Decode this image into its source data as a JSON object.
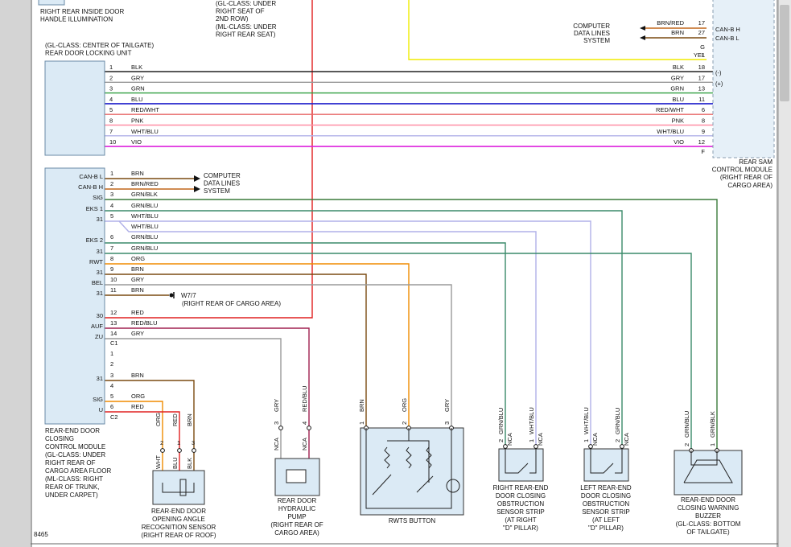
{
  "colors": {
    "BLK": "#222222",
    "GRY": "#9a9a9a",
    "GRN": "#2e9e3e",
    "BLU": "#2222cc",
    "RED": "#e02020",
    "WHT": "#ffffff",
    "PNK": "#ff8fa6",
    "VIO": "#dd22dd",
    "BRN": "#7a4a10",
    "ORG": "#f08c00",
    "YEL": "#f0ec00",
    "GRN/BLU": "#3a8a6a",
    "WHT/BLU": "#b0b0e8",
    "RED/WHT": "#e86868",
    "RED/BLU": "#a02050",
    "GRN/BLK": "#3a7a3a",
    "WHT/BLK": "#888888",
    "BRN/RED": "#c0661a",
    "BRN/WHT": "#c9a070"
  },
  "top": {
    "handle_illum": [
      "RIGHT REAR INSIDE DOOR",
      "HANDLE ILLUMINATION"
    ],
    "seat_note": [
      "(GL-CLASS: UNDER",
      "RIGHT SEAT OF",
      "2ND ROW)",
      "(ML-CLASS: UNDER",
      "RIGHT REAR SEAT)"
    ],
    "computer_right": [
      "COMPUTER",
      "DATA LINES",
      "SYSTEM"
    ],
    "can_rows": [
      {
        "wire": "BRN/RED",
        "pin": "17",
        "sig": "CAN-B H"
      },
      {
        "wire": "BRN",
        "pin": "27",
        "sig": "CAN-B L"
      },
      {
        "wire": "",
        "pin": "G",
        "sig": ""
      },
      {
        "wire": "YEL",
        "pin": "1",
        "sig": ""
      }
    ]
  },
  "locking_unit": {
    "title": [
      "(GL-CLASS: CENTER OF TAILGATE)",
      "REAR DOOR LOCKING UNIT"
    ],
    "wires": [
      {
        "pin": "1",
        "label": "BLK",
        "color": "BLK",
        "rpin": "18",
        "sig": "(-)"
      },
      {
        "pin": "2",
        "label": "GRY",
        "color": "GRY",
        "rpin": "17",
        "sig": "(+)"
      },
      {
        "pin": "3",
        "label": "GRN",
        "color": "GRN",
        "rpin": "13",
        "sig": ""
      },
      {
        "pin": "4",
        "label": "BLU",
        "color": "BLU",
        "rpin": "11",
        "sig": ""
      },
      {
        "pin": "5",
        "label": "RED/WHT",
        "color": "RED/WHT",
        "rpin": "6",
        "sig": ""
      },
      {
        "pin": "8",
        "label": "PNK",
        "color": "PNK",
        "rpin": "8",
        "sig": ""
      },
      {
        "pin": "7",
        "label": "WHT/BLU",
        "color": "WHT/BLU",
        "rpin": "9",
        "sig": ""
      },
      {
        "pin": "10",
        "label": "VIO",
        "color": "VIO",
        "rpin": "12",
        "sig": ""
      }
    ],
    "last_pin": "F"
  },
  "sam_module": [
    "REAR SAM",
    "CONTROL MODULE",
    "(RIGHT REAR OF",
    "CARGO AREA)"
  ],
  "control_module": {
    "title": [
      "REAR-END DOOR",
      "CLOSING",
      "CONTROL MODULE",
      "(GL-CLASS: UNDER",
      "RIGHT REAR OF",
      "CARGO AREA FLOOR",
      "(ML-CLASS: RIGHT",
      "REAR OF TRUNK,",
      "UNDER CARPET)"
    ],
    "rows": [
      {
        "sig": "CAN-B L",
        "pin": "1",
        "wire": "BRN"
      },
      {
        "sig": "CAN-B H",
        "pin": "2",
        "wire": "BRN/RED"
      },
      {
        "sig": "SIG",
        "pin": "3",
        "wire": "GRN/BLK"
      },
      {
        "sig": "EKS 1",
        "pin": "4",
        "wire": "GRN/BLU"
      },
      {
        "sig": "31",
        "pin": "5",
        "wire": "WHT/BLU"
      },
      {
        "sig": "",
        "pin": "",
        "wire": "WHT/BLU"
      },
      {
        "sig": "EKS 2",
        "pin": "6",
        "wire": "GRN/BLU"
      },
      {
        "sig": "31",
        "pin": "7",
        "wire": "GRN/BLU"
      },
      {
        "sig": "RWT",
        "pin": "8",
        "wire": "ORG"
      },
      {
        "sig": "31",
        "pin": "9",
        "wire": "BRN"
      },
      {
        "sig": "BEL",
        "pin": "10",
        "wire": "GRY"
      },
      {
        "sig": "31",
        "pin": "11",
        "wire": "BRN"
      },
      {
        "sig": "",
        "pin": "",
        "wire": ""
      },
      {
        "sig": "30",
        "pin": "12",
        "wire": "RED"
      },
      {
        "sig": "AUF",
        "pin": "13",
        "wire": "RED/BLU"
      },
      {
        "sig": "ZU",
        "pin": "14",
        "wire": "GRY"
      },
      {
        "sig": "",
        "pin": "C1",
        "wire": ""
      },
      {
        "sig": "",
        "pin": "1",
        "wire": ""
      },
      {
        "sig": "",
        "pin": "2",
        "wire": ""
      },
      {
        "sig": "31",
        "pin": "3",
        "wire": "BRN"
      },
      {
        "sig": "",
        "pin": "4",
        "wire": ""
      },
      {
        "sig": "SIG",
        "pin": "5",
        "wire": "ORG"
      },
      {
        "sig": "U",
        "pin": "6",
        "wire": "RED"
      },
      {
        "sig": "",
        "pin": "C2",
        "wire": ""
      }
    ],
    "computer": [
      "COMPUTER",
      "DATA LINES",
      "SYSTEM"
    ],
    "ground": [
      "W7/7",
      "(RIGHT REAR OF CARGO AREA)"
    ]
  },
  "components": {
    "angle_sensor": {
      "title": [
        "REAR-END DOOR",
        "OPENING ANGLE",
        "RECOGNITION SENSOR",
        "(RIGHT REAR OF ROOF)"
      ],
      "pins": [
        {
          "p": "2",
          "w": "ORG",
          "s": "WHT"
        },
        {
          "p": "1",
          "w": "RED",
          "s": "BLU"
        },
        {
          "p": "3",
          "w": "BRN",
          "s": "BLK"
        }
      ]
    },
    "pump": {
      "title": [
        "REAR DOOR",
        "HYDRAULIC",
        "PUMP",
        "(RIGHT REAR OF",
        "CARGO AREA)"
      ],
      "pins": [
        {
          "p": "3",
          "w": "GRY",
          "s": "NCA"
        },
        {
          "p": "4",
          "w": "RED/BLU",
          "s": "NCA"
        }
      ]
    },
    "rwts": {
      "title": [
        "RWTS BUTTON"
      ],
      "pins": [
        {
          "p": "1",
          "w": "BRN"
        },
        {
          "p": "2",
          "w": "ORG"
        },
        {
          "p": "3",
          "w": "GRY"
        }
      ]
    },
    "right_strip": {
      "title": [
        "RIGHT REAR-END",
        "DOOR CLOSING",
        "OBSTRUCTION",
        "SENSOR STRIP",
        "(AT RIGHT",
        "\"D\" PILLAR)"
      ],
      "pins": [
        {
          "p": "2",
          "w": "GRN/BLU",
          "s": "NCA"
        },
        {
          "p": "1",
          "w": "WHT/BLU",
          "s": "NCA"
        }
      ]
    },
    "left_strip": {
      "title": [
        "LEFT REAR-END",
        "DOOR CLOSING",
        "OBSTRUCTION",
        "SENSOR STRIP",
        "(AT LEFT",
        "\"D\" PILLAR)"
      ],
      "pins": [
        {
          "p": "1",
          "w": "WHT/BLU",
          "s": "NCA"
        },
        {
          "p": "2",
          "w": "GRN/BLU",
          "s": "NCA"
        }
      ]
    },
    "buzzer": {
      "title": [
        "REAR-END DOOR",
        "CLOSING WARNING",
        "BUZZER",
        "(GL-CLASS: BOTTOM",
        "OF TAILGATE)"
      ],
      "pins": [
        {
          "p": "2",
          "w": "GRN/BLU"
        },
        {
          "p": "1",
          "w": "GRN/BLK"
        }
      ]
    }
  },
  "footer": {
    "diagram_id": "8465"
  }
}
